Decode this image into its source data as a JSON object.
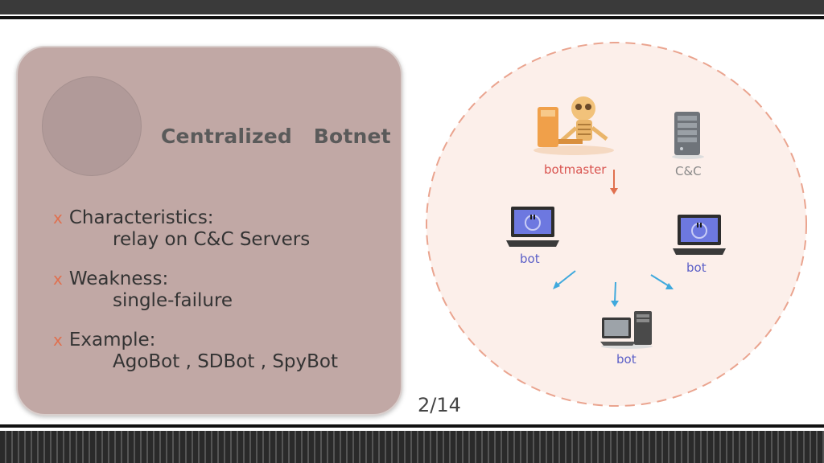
{
  "slide": {
    "title": "Centralized   Botnet",
    "items": [
      {
        "head": "Characteristics:",
        "sub": "relay on C&C Servers"
      },
      {
        "head": "Weakness:",
        "sub": "single-failure"
      },
      {
        "head": "Example:",
        "sub": "AgoBot , SDBot , SpyBot"
      }
    ],
    "bullet": "x",
    "page_number": "2/14"
  },
  "diagram": {
    "botmaster_label": "botmaster",
    "cc_label": "C&C",
    "bot_labels": [
      "bot",
      "bot",
      "bot"
    ]
  },
  "colors": {
    "card": "#c1a8a5",
    "bullet": "#e0704f",
    "botmaster_label": "#d9534f",
    "cc_label": "#888888",
    "bot_label": "#5b5fc7",
    "arrow_red": "#e0704f",
    "arrow_blue": "#3fa9dd",
    "circle_dash": "#eaa48f"
  }
}
